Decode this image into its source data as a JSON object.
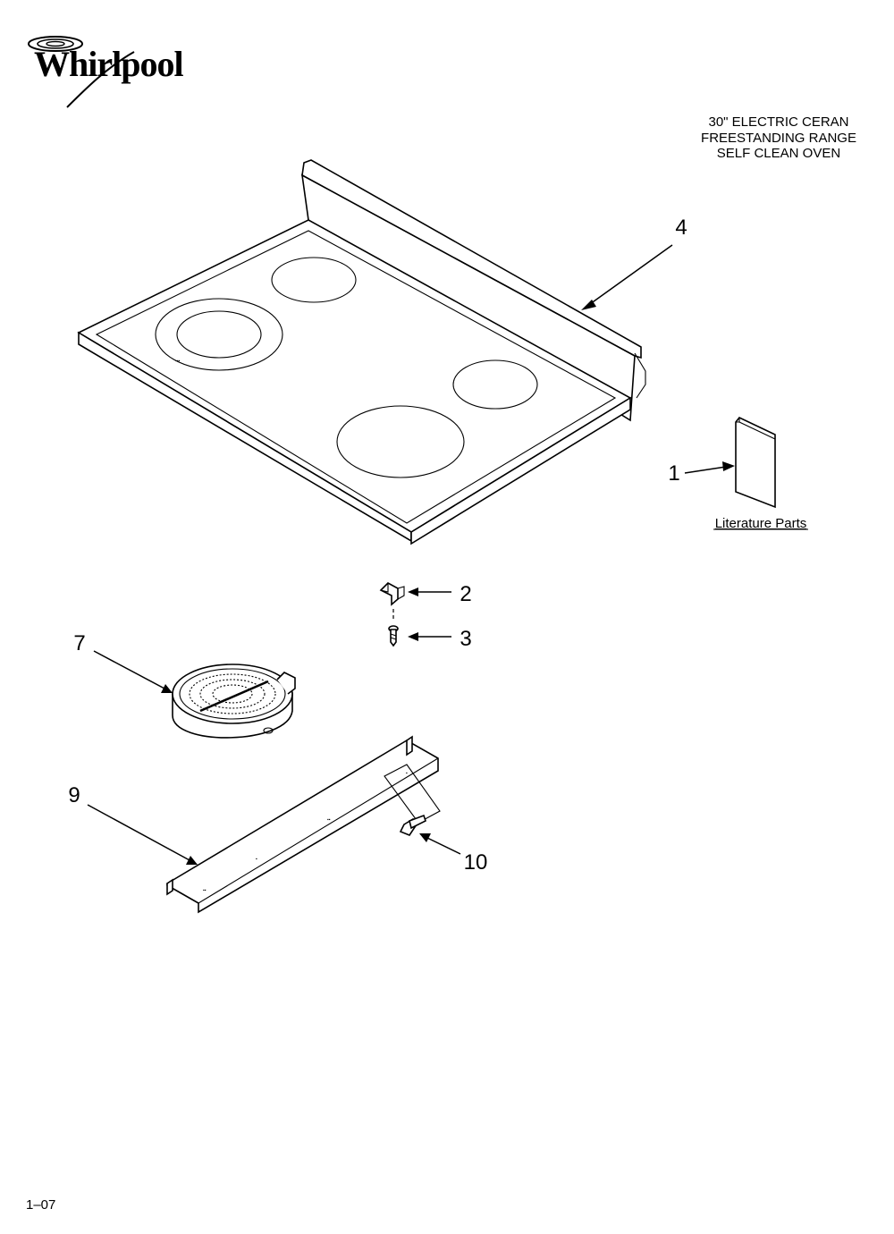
{
  "brand": {
    "logo_text": "Whirlpool"
  },
  "title": {
    "line1": "30\" ELECTRIC CERAN",
    "line2": "FREESTANDING RANGE",
    "line3": "SELF CLEAN OVEN"
  },
  "callouts": {
    "c1": "1",
    "c2": "2",
    "c3": "3",
    "c4": "4",
    "c7": "7",
    "c9": "9",
    "c10": "10"
  },
  "literature_label": "Literature Parts",
  "page_number": "1–07"
}
